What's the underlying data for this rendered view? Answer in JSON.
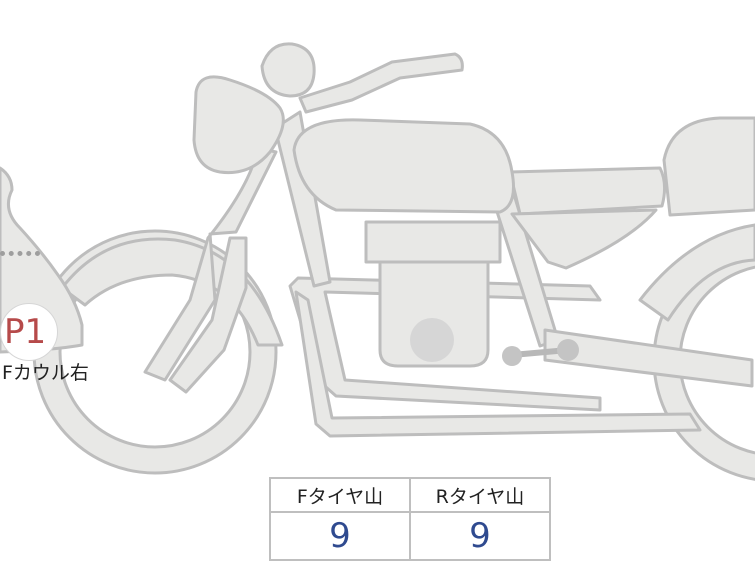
{
  "diagram": {
    "markers": [
      {
        "id": "P1",
        "label": "Fカウル右",
        "color": "#b64a4a"
      }
    ],
    "tread_table": {
      "headers": [
        "Fタイヤ山",
        "Rタイヤ山"
      ],
      "values": [
        "9",
        "9"
      ],
      "value_color": "#2f4a8f"
    },
    "colors": {
      "bike_fill": "#e8e8e6",
      "bike_outline": "#bdbdbd"
    }
  }
}
